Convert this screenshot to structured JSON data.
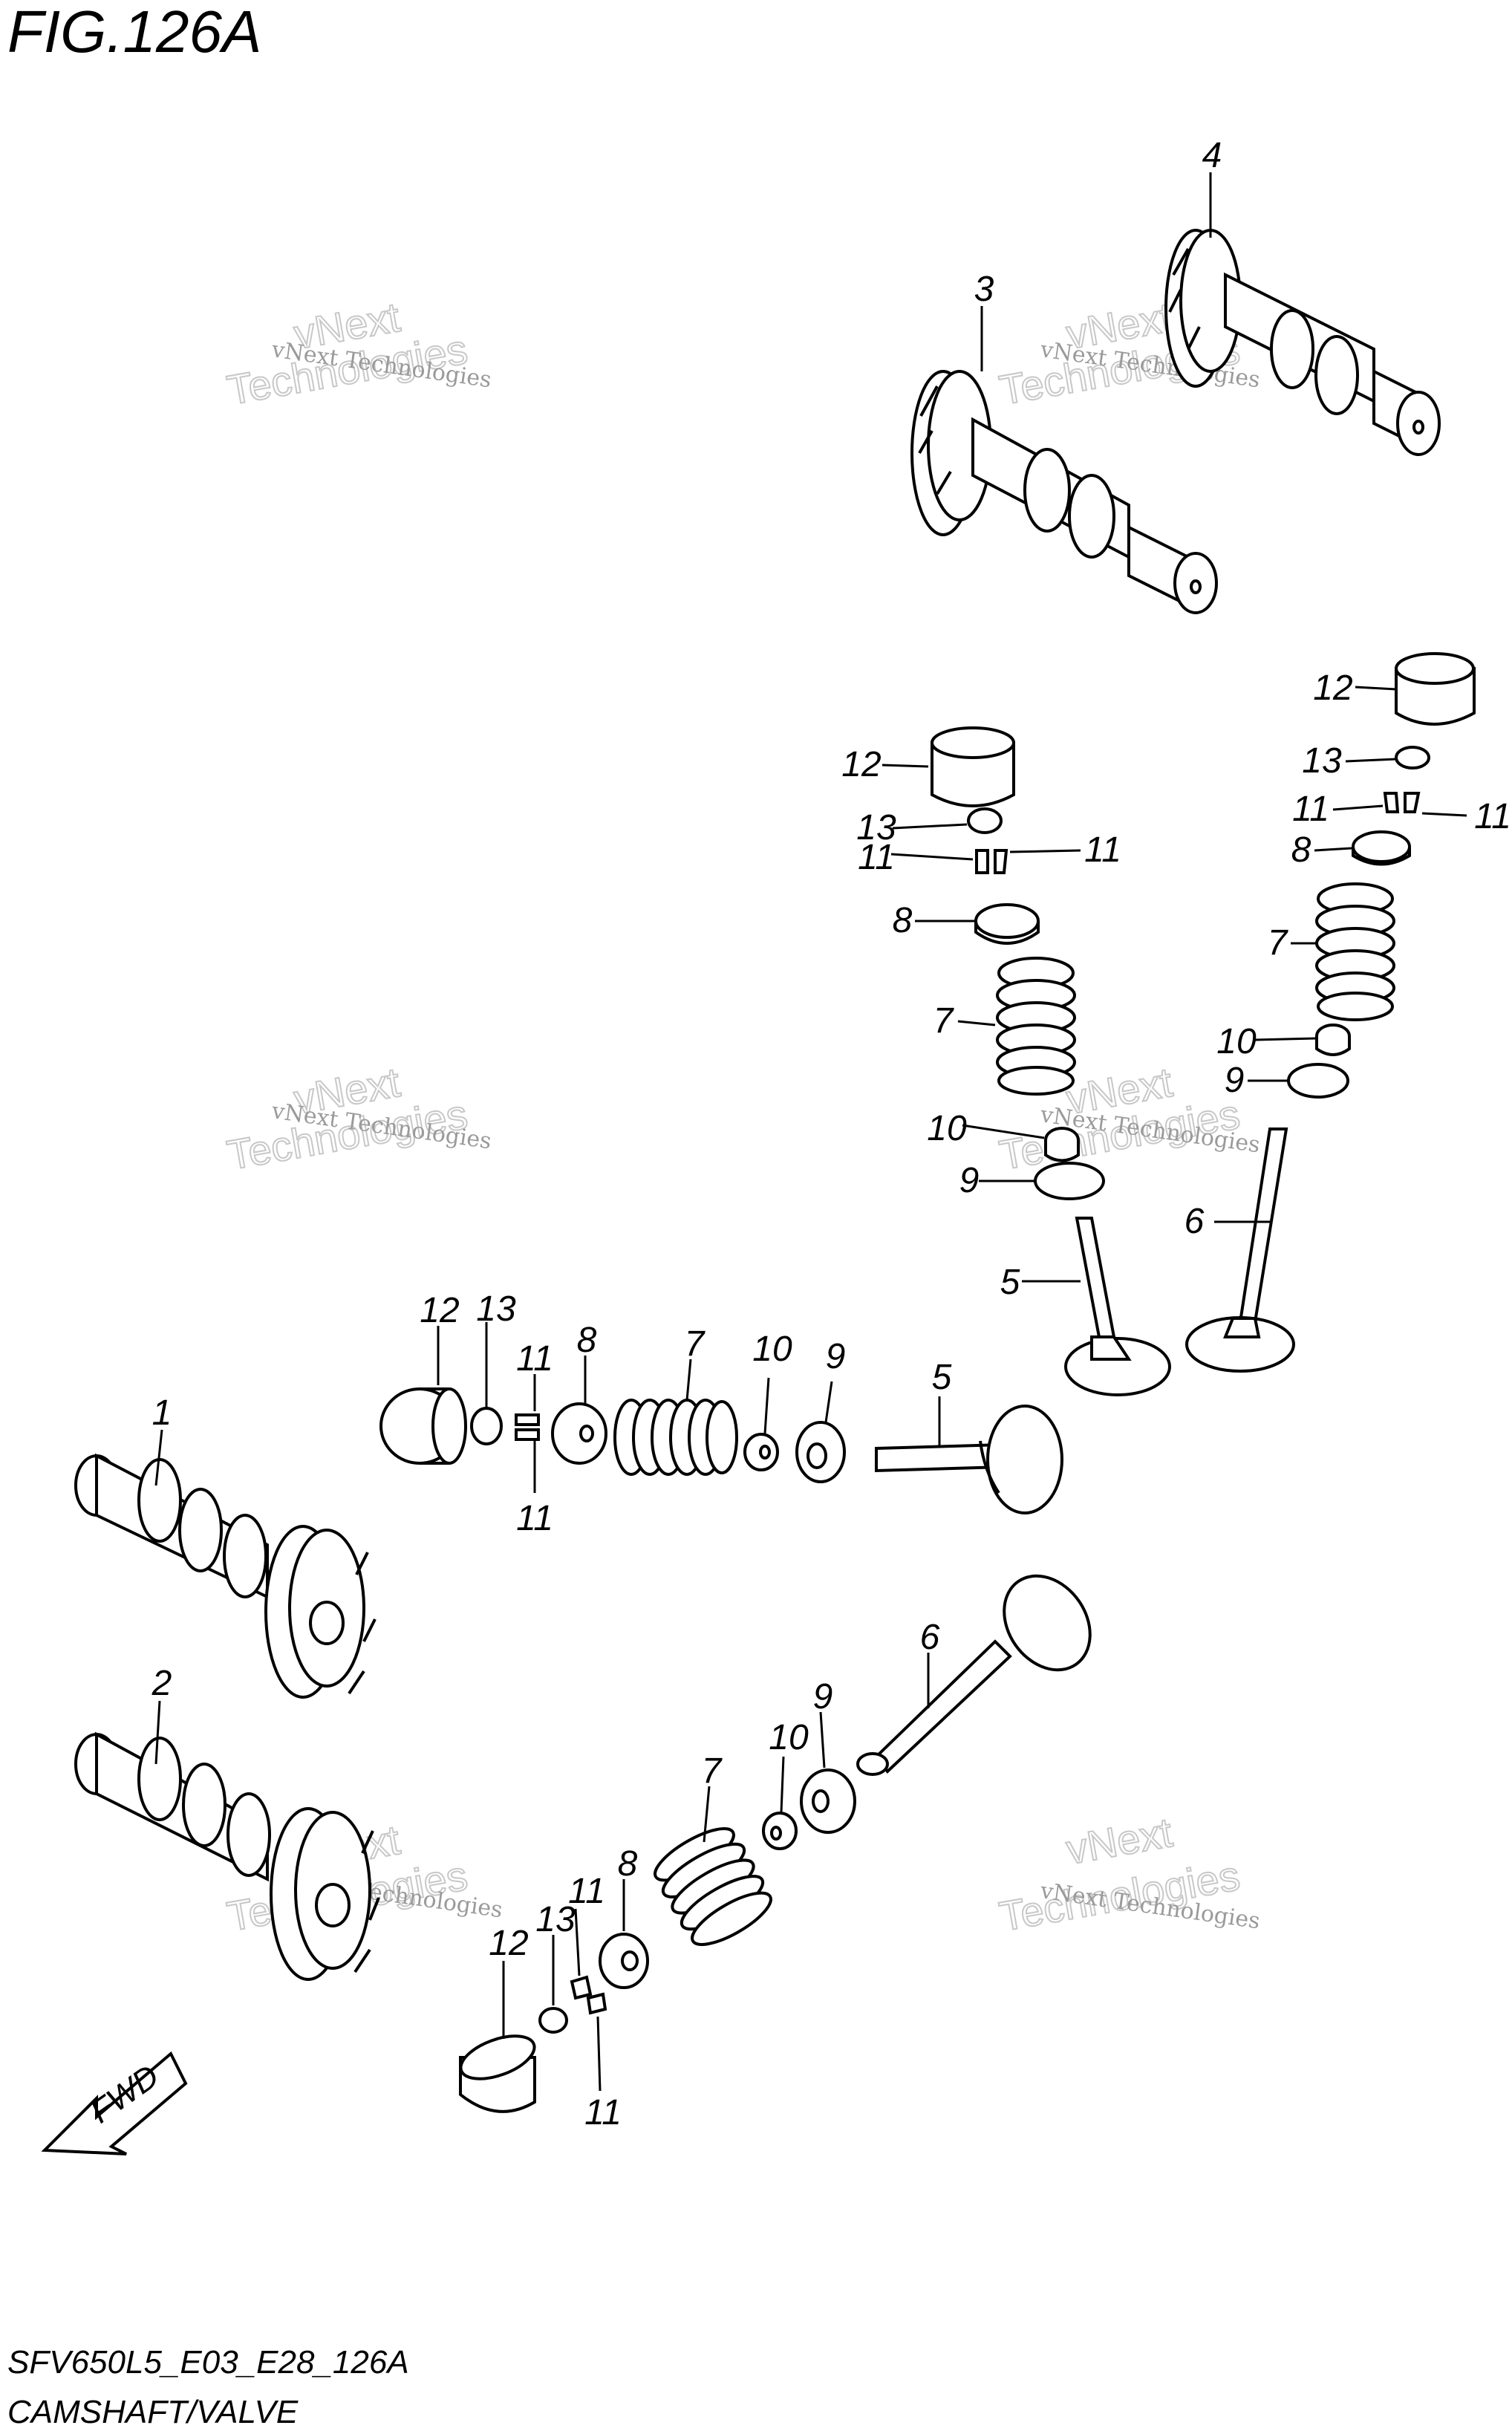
{
  "figure": {
    "title": "FIG.126A",
    "code": "SFV650L5_E03_E28_126A",
    "caption": "CAMSHAFT/VALVE"
  },
  "watermark": {
    "line1": "vNext Technologies",
    "line2": "vNext",
    "line3": "Technologies"
  },
  "fwd_label": "FWD",
  "callouts": [
    {
      "id": "c4",
      "text": "4"
    },
    {
      "id": "c3",
      "text": "3"
    },
    {
      "id": "c12a",
      "text": "12"
    },
    {
      "id": "c13a",
      "text": "13"
    },
    {
      "id": "c11a",
      "text": "11"
    },
    {
      "id": "c11b",
      "text": "11"
    },
    {
      "id": "c8a",
      "text": "8"
    },
    {
      "id": "c7a",
      "text": "7"
    },
    {
      "id": "c10a",
      "text": "10"
    },
    {
      "id": "c9a",
      "text": "9"
    },
    {
      "id": "c5a",
      "text": "5"
    },
    {
      "id": "c12b",
      "text": "12"
    },
    {
      "id": "c13b",
      "text": "13"
    },
    {
      "id": "c11c",
      "text": "11"
    },
    {
      "id": "c11d",
      "text": "11"
    },
    {
      "id": "c8b",
      "text": "8"
    },
    {
      "id": "c7b",
      "text": "7"
    },
    {
      "id": "c10b",
      "text": "10"
    },
    {
      "id": "c9b",
      "text": "9"
    },
    {
      "id": "c6a",
      "text": "6"
    },
    {
      "id": "c12c",
      "text": "12"
    },
    {
      "id": "c13c",
      "text": "13"
    },
    {
      "id": "c11e",
      "text": "11"
    },
    {
      "id": "c8c",
      "text": "8"
    },
    {
      "id": "c7c",
      "text": "7"
    },
    {
      "id": "c10c",
      "text": "10"
    },
    {
      "id": "c9c",
      "text": "9"
    },
    {
      "id": "c5b",
      "text": "5"
    },
    {
      "id": "c11f",
      "text": "11"
    },
    {
      "id": "c1",
      "text": "1"
    },
    {
      "id": "c2",
      "text": "2"
    },
    {
      "id": "c6b",
      "text": "6"
    },
    {
      "id": "c9d",
      "text": "9"
    },
    {
      "id": "c10d",
      "text": "10"
    },
    {
      "id": "c7d",
      "text": "7"
    },
    {
      "id": "c8d",
      "text": "8"
    },
    {
      "id": "c11g",
      "text": "11"
    },
    {
      "id": "c13d",
      "text": "13"
    },
    {
      "id": "c12d",
      "text": "12"
    },
    {
      "id": "c11h",
      "text": "11"
    }
  ]
}
